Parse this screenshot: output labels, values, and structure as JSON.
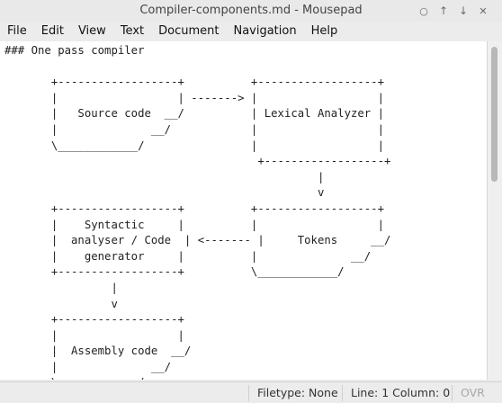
{
  "window": {
    "title": "Compiler-components.md - Mousepad",
    "buttons": [
      {
        "name": "minimize",
        "icon": "circle-icon",
        "glyph": "○"
      },
      {
        "name": "maximize",
        "icon": "up-arrow-icon",
        "glyph": "↑"
      },
      {
        "name": "restore",
        "icon": "down-arrow-icon",
        "glyph": "↓"
      },
      {
        "name": "close",
        "icon": "close-icon",
        "glyph": "✕"
      }
    ]
  },
  "menu": [
    "File",
    "Edit",
    "View",
    "Text",
    "Document",
    "Navigation",
    "Help"
  ],
  "editor": {
    "lines": [
      "### One pass compiler",
      "",
      "       +------------------+          +------------------+",
      "       |                  | -------> |                  |",
      "       |   Source code  __/          | Lexical Analyzer |",
      "       |              __/            |                  |",
      "       \\____________/                |                  |",
      "                                      +------------------+",
      "                                               |",
      "                                               v",
      "       +------------------+          +------------------+",
      "       |    Syntactic     |          |                  |",
      "       |  analyser / Code  | <------- |     Tokens     __/",
      "       |    generator     |          |              __/",
      "       +------------------+          \\____________/",
      "                |",
      "                v",
      "       +------------------+",
      "       |                  |",
      "       |  Assembly code  __/",
      "       |              __/",
      "       \\____________/"
    ]
  },
  "status": {
    "filetype": "Filetype: None",
    "position": "Line: 1 Column: 0",
    "mode": "OVR"
  }
}
